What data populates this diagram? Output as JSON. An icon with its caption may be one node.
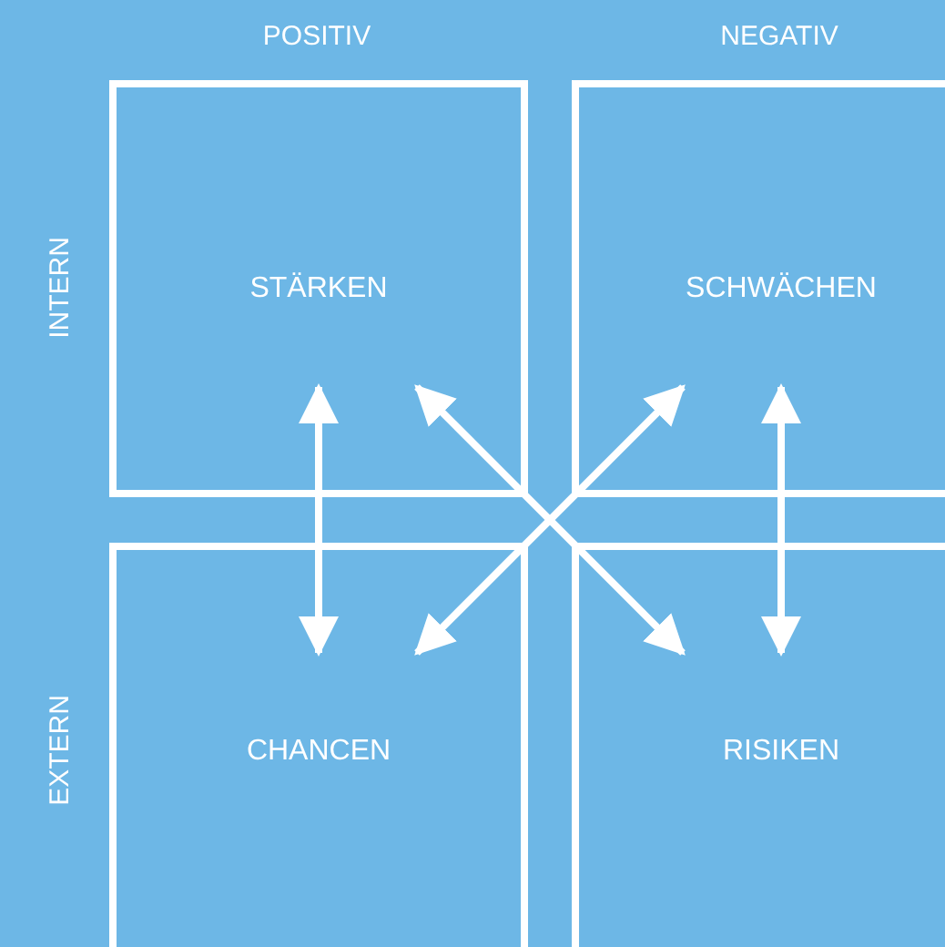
{
  "diagram": {
    "nodes": [
      {
        "text": [
          "STÄRKEN"
        ]
      },
      {
        "text": [
          "SCHWÄCHEN"
        ]
      },
      {
        "text": [
          "CHANCEN"
        ]
      },
      {
        "text": [
          "RISIKEN"
        ]
      }
    ],
    "edges": [
      {
        "from": 0,
        "to": 2,
        "arrow": "both"
      },
      {
        "from": 0,
        "to": 3,
        "arrow": "both"
      },
      {
        "from": 1,
        "to": 2,
        "arrow": "both"
      },
      {
        "from": 1,
        "to": 3,
        "arrow": "both"
      }
    ],
    "labels": [
      "POSITIV",
      "NEGATIV",
      "INTERN",
      "EXTERN"
    ]
  }
}
